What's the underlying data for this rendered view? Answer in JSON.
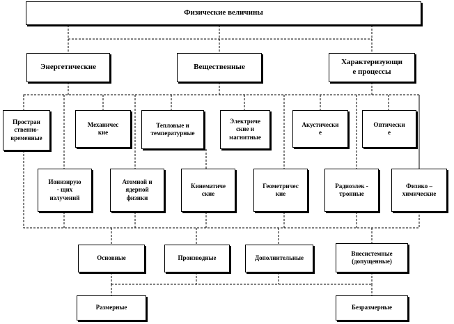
{
  "root": "Физические величины",
  "groups": {
    "energy": "Энергетические",
    "substance": "Вещественные",
    "process": "Характеризующи\nе процессы"
  },
  "fields": {
    "space_time": "Простран\nственно-\nвременные",
    "mechanical": "Механичес\nкие",
    "thermal": "Тепловые и\nтемпературные",
    "electric": "Электриче\nские и\nмагнитные",
    "acoustic": "Акустически\nе",
    "optical": "Оптически\nе",
    "ionizing": "Ионизирую\n- щих\nизлучений",
    "atomic": "Атомной и\nядерной\nфизики",
    "kinematic": "Кинематиче\nские",
    "geometric": "Геометричес\nкие",
    "radio": "Радиоэлек -\nтронные",
    "physchem": "Физико –\nхимические"
  },
  "kinds": {
    "basic": "Основные",
    "derived": "Производные",
    "additional": "Дополнительные",
    "nonsystem": "Внесистемные\n(допущенные)"
  },
  "dims": {
    "dimensional": "Размерные",
    "dimensionless": "Безразмерные"
  }
}
